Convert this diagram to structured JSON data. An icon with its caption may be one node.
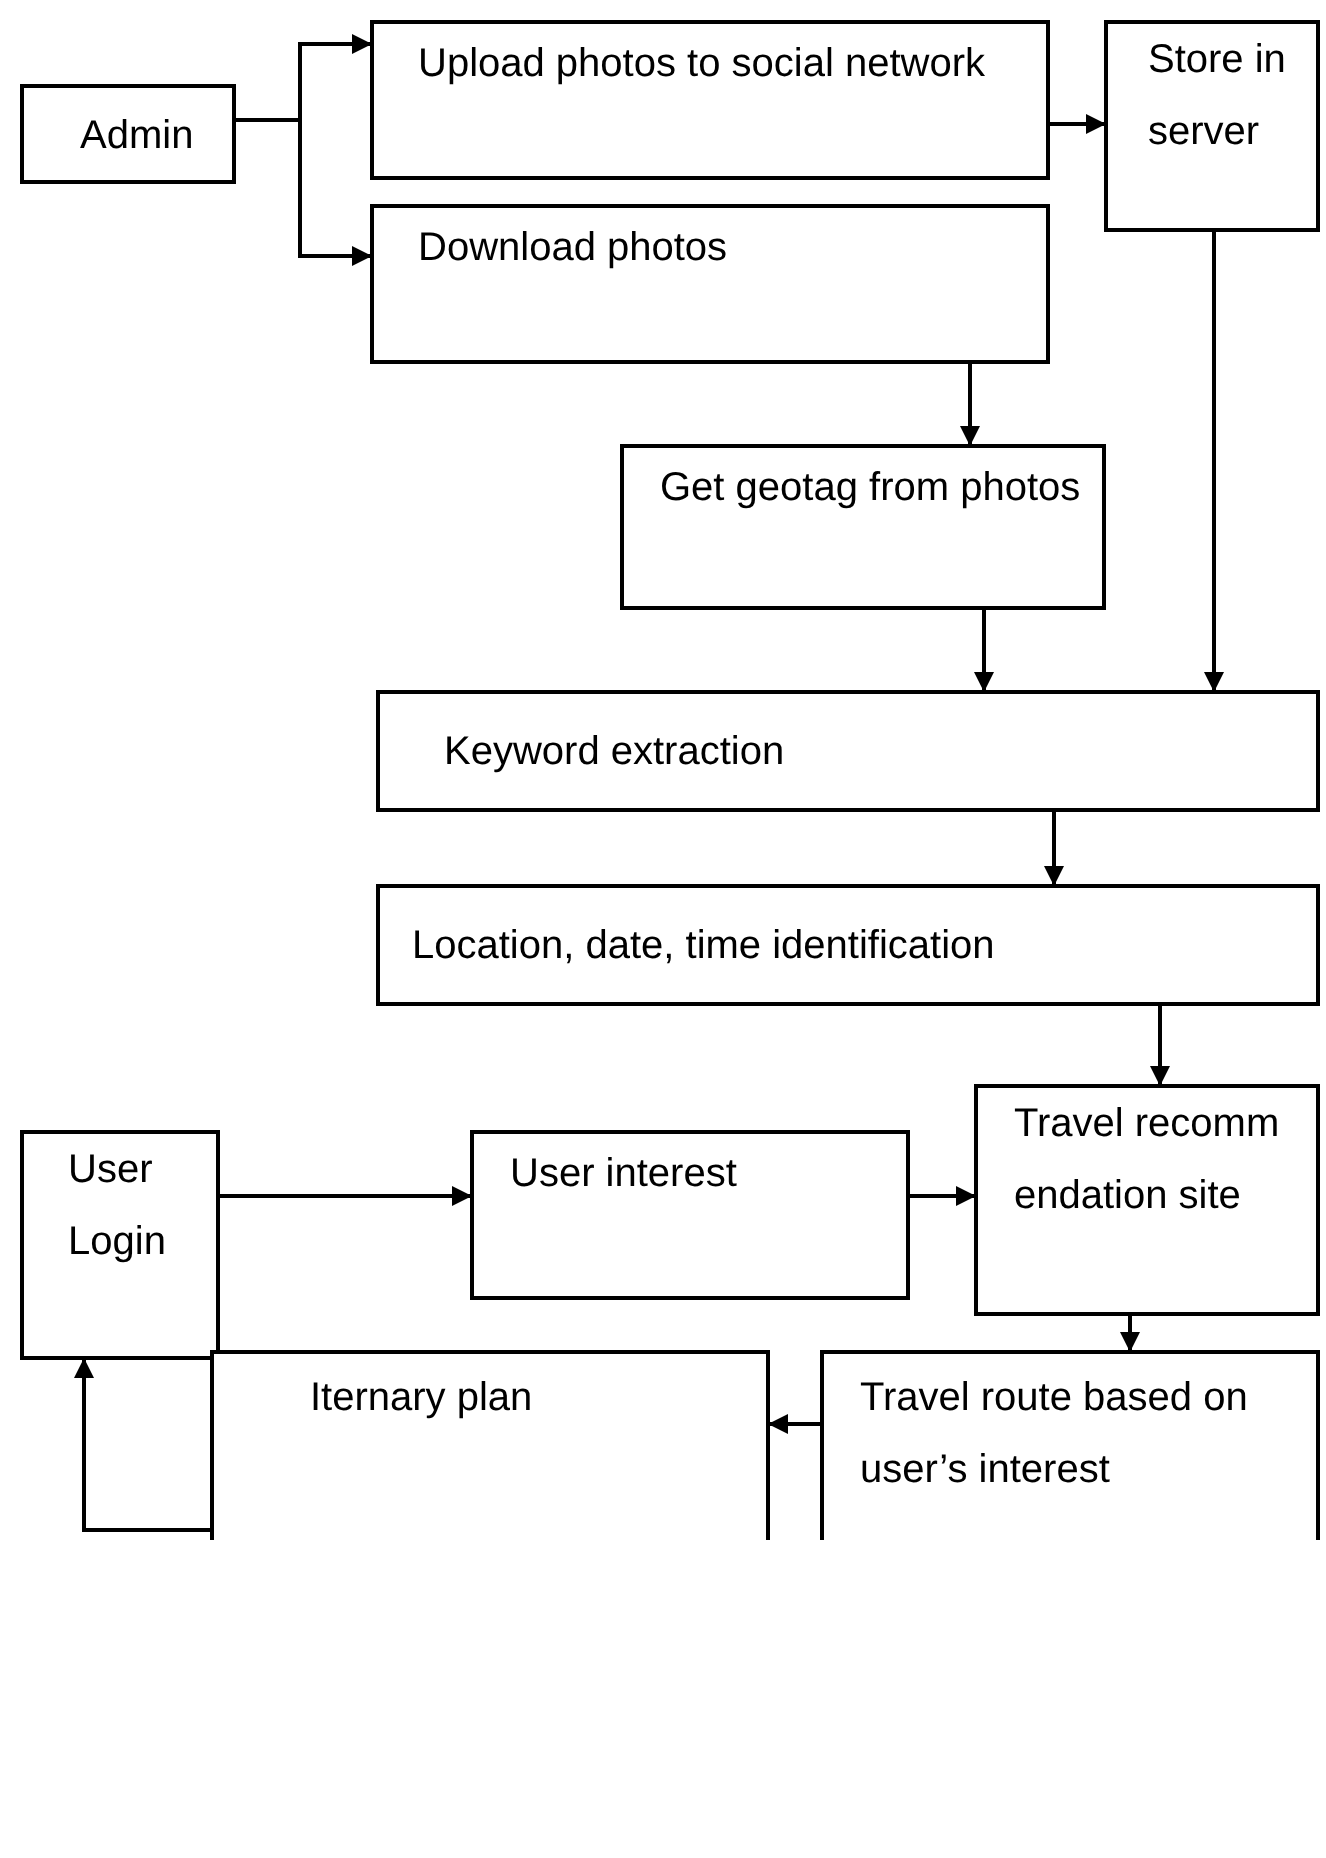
{
  "diagram": {
    "nodes": [
      {
        "text": [
          "Admin"
        ]
      },
      {
        "text": [
          "Upload photos to social network"
        ]
      },
      {
        "text": [
          "Download photos"
        ]
      },
      {
        "text": [
          "Store in server"
        ]
      },
      {
        "text": [
          "Get geotag from photos"
        ]
      },
      {
        "text": [
          "Keyword extraction"
        ]
      },
      {
        "text": [
          "Location, date, time identification"
        ]
      },
      {
        "text": [
          "Travel recommendation site"
        ]
      },
      {
        "text": [
          "User Login"
        ]
      },
      {
        "text": [
          "User interest"
        ]
      },
      {
        "text": [
          "Travel route based on user’s interest"
        ]
      },
      {
        "text": [
          "Iternary plan"
        ]
      }
    ],
    "edges": [
      {
        "from": 0,
        "to": 1,
        "arrow": "to"
      },
      {
        "from": 0,
        "to": 2,
        "arrow": "to"
      },
      {
        "from": 1,
        "to": 3,
        "arrow": "to"
      },
      {
        "from": 2,
        "to": 4,
        "arrow": "to"
      },
      {
        "from": 4,
        "to": 5,
        "arrow": "to"
      },
      {
        "from": 3,
        "to": 5,
        "arrow": "to"
      },
      {
        "from": 5,
        "to": 6,
        "arrow": "to"
      },
      {
        "from": 6,
        "to": 7,
        "arrow": "to"
      },
      {
        "from": 8,
        "to": 9,
        "arrow": "to"
      },
      {
        "from": 9,
        "to": 7,
        "arrow": "to"
      },
      {
        "from": 7,
        "to": 10,
        "arrow": "to"
      },
      {
        "from": 10,
        "to": 11,
        "arrow": "to"
      },
      {
        "from": 11,
        "to": 8,
        "arrow": "to"
      }
    ]
  }
}
